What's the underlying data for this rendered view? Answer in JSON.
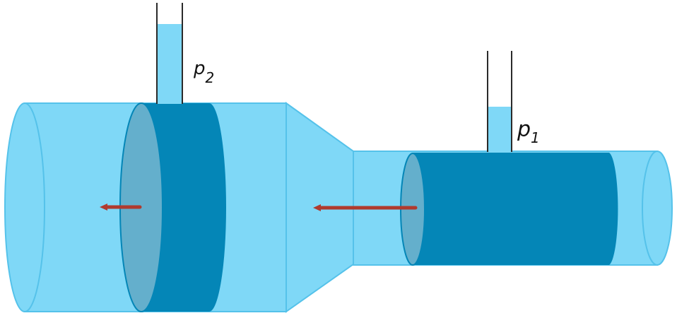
{
  "diagram": {
    "labels": {
      "p2": {
        "main": "p",
        "sub": "2"
      },
      "p1": {
        "main": "p",
        "sub": "1"
      }
    },
    "colors": {
      "background": "#ffffff",
      "pipe_fill": "#7fd8f7",
      "pipe_edge": "#55c2ea",
      "fluid_slab": "#0486b7",
      "slab_face": "#64afcc",
      "tube_liquid": "#7fd8f7",
      "tube_wall": "#2a2a2a",
      "arrow": "#b03a2e"
    },
    "icons": [
      "arrow-left-icon",
      "arrow-left-icon"
    ]
  }
}
